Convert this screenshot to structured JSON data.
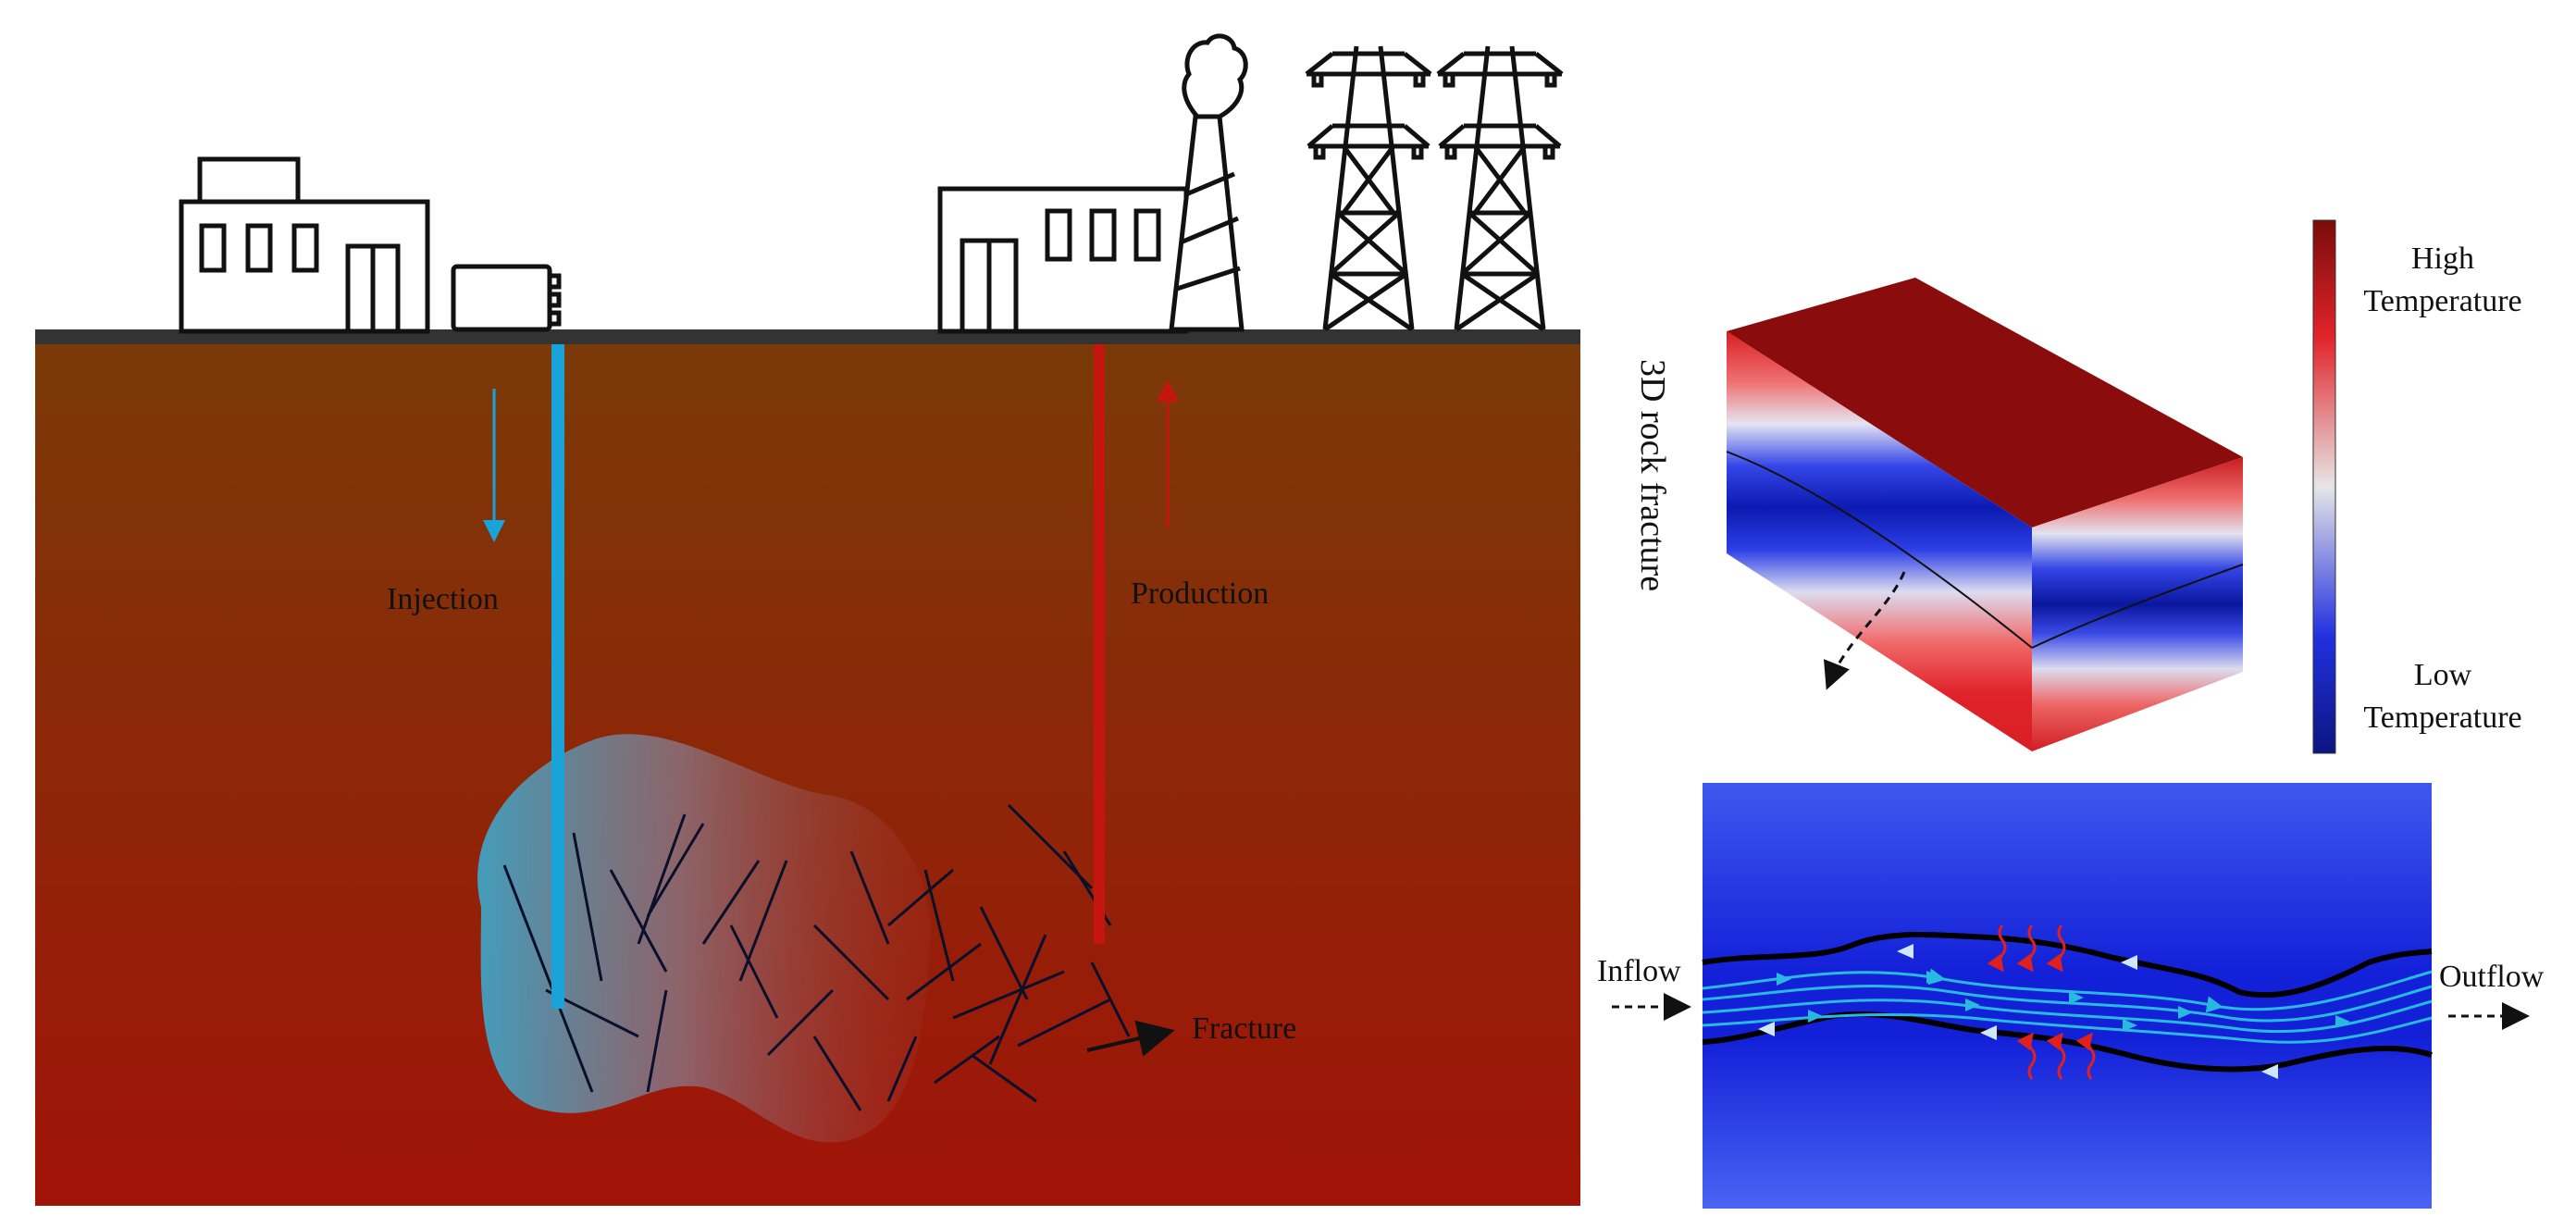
{
  "labels": {
    "injection": "Injection",
    "production": "Production",
    "fracture": "Fracture",
    "rock_fracture_3d": "3D rock fracture",
    "inflow": "Inflow",
    "outflow": "Outflow"
  },
  "colorbar": {
    "high_line1": "High",
    "high_line2": "Temperature",
    "low_line1": "Low",
    "low_line2": "Temperature"
  },
  "colors": {
    "soil_top": "#7a3a08",
    "soil_bottom": "#a11308",
    "injection_well": "#1aa3d8",
    "production_well": "#c4150f",
    "hot": "#7c0a0a",
    "cold": "#0b1a86",
    "ground_line": "#333333"
  }
}
